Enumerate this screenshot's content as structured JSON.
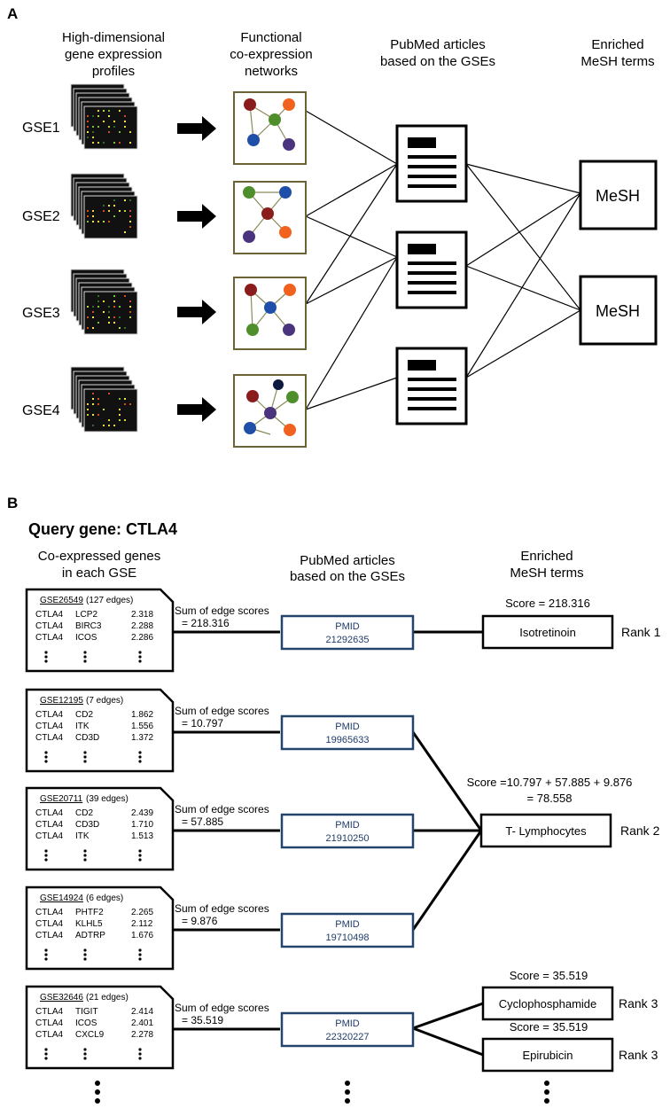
{
  "panelA": {
    "label": "A",
    "col1": [
      "High-dimensional",
      "gene expression",
      "profiles"
    ],
    "col2": [
      "Functional",
      "co-expression",
      "networks"
    ],
    "col3": [
      "PubMed articles",
      "based on the GSEs"
    ],
    "col4": [
      "Enriched",
      "MeSH terms"
    ],
    "gses": [
      "GSE1",
      "GSE2",
      "GSE3",
      "GSE4"
    ],
    "mesh": [
      "MeSH",
      "MeSH"
    ]
  },
  "panelB": {
    "label": "B",
    "query": "Query gene: CTLA4",
    "col1": [
      "Co-expressed genes",
      "in each GSE"
    ],
    "col2": [
      "PubMed articles",
      "based on the GSEs"
    ],
    "col3": [
      "Enriched",
      "MeSH terms"
    ],
    "sum_label": "Sum of edge scores",
    "pmid_label": "PMID",
    "rows": [
      {
        "gse": "GSE26549",
        "edges": "(127 edges)",
        "genes": [
          [
            "CTLA4",
            "LCP2",
            "2.318"
          ],
          [
            "CTLA4",
            "BIRC3",
            "2.288"
          ],
          [
            "CTLA4",
            "ICOS",
            "2.286"
          ]
        ],
        "sum": "= 218.316",
        "pmid": "21292635"
      },
      {
        "gse": "GSE12195",
        "edges": "(7 edges)",
        "genes": [
          [
            "CTLA4",
            "CD2",
            "1.862"
          ],
          [
            "CTLA4",
            "ITK",
            "1.556"
          ],
          [
            "CTLA4",
            "CD3D",
            "1.372"
          ]
        ],
        "sum": "= 10.797",
        "pmid": "19965633"
      },
      {
        "gse": "GSE20711",
        "edges": "(39 edges)",
        "genes": [
          [
            "CTLA4",
            "CD2",
            "2.439"
          ],
          [
            "CTLA4",
            "CD3D",
            "1.710"
          ],
          [
            "CTLA4",
            "ITK",
            "1.513"
          ]
        ],
        "sum": "= 57.885",
        "pmid": "21910250"
      },
      {
        "gse": "GSE14924",
        "edges": "(6 edges)",
        "genes": [
          [
            "CTLA4",
            "PHTF2",
            "2.265"
          ],
          [
            "CTLA4",
            "KLHL5",
            "2.112"
          ],
          [
            "CTLA4",
            "ADTRP",
            "1.676"
          ]
        ],
        "sum": "= 9.876",
        "pmid": "19710498"
      },
      {
        "gse": "GSE32646",
        "edges": "(21 edges)",
        "genes": [
          [
            "CTLA4",
            "TIGIT",
            "2.414"
          ],
          [
            "CTLA4",
            "ICOS",
            "2.401"
          ],
          [
            "CTLA4",
            "CXCL9",
            "2.278"
          ]
        ],
        "sum": "= 35.519",
        "pmid": "22320227"
      }
    ],
    "terms": [
      {
        "name": "Isotretinoin",
        "rank": "Rank 1",
        "score": [
          "Score = 218.316"
        ]
      },
      {
        "name": "T- Lymphocytes",
        "rank": "Rank 2",
        "score": [
          "Score =10.797 + 57.885 + 9.876",
          "= 78.558"
        ]
      },
      {
        "name": "Cyclophosphamide",
        "rank": "Rank 3",
        "score": [
          "Score = 35.519"
        ]
      },
      {
        "name": "Epirubicin",
        "rank": "Rank 3",
        "score": [
          "Score = 35.519"
        ]
      }
    ]
  }
}
